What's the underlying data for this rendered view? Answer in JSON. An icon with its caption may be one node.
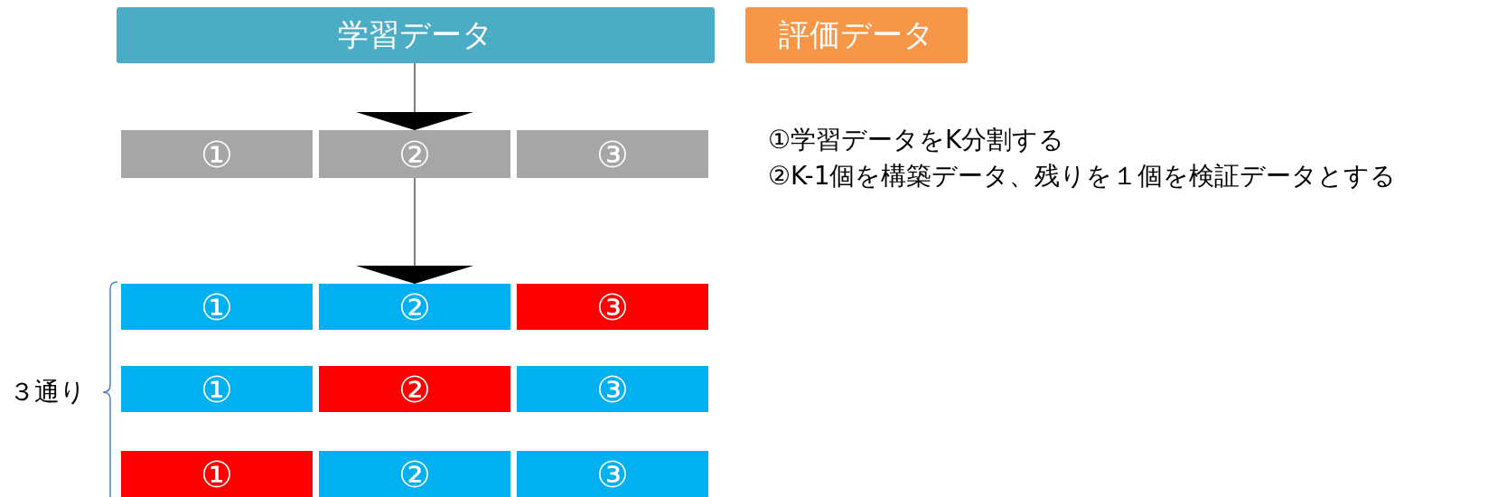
{
  "diagram": {
    "nodes": [
      {
        "text": [
          "学習データ"
        ]
      },
      {
        "text": [
          "評価データ"
        ]
      },
      {
        "text": [
          "①"
        ]
      },
      {
        "text": [
          "②"
        ]
      },
      {
        "text": [
          "③"
        ]
      },
      {
        "text": [
          "①"
        ]
      },
      {
        "text": [
          "②"
        ]
      },
      {
        "text": [
          "③"
        ]
      },
      {
        "text": [
          "①"
        ]
      },
      {
        "text": [
          "②"
        ]
      },
      {
        "text": [
          "③"
        ]
      },
      {
        "text": [
          "①"
        ]
      },
      {
        "text": [
          "②"
        ]
      },
      {
        "text": [
          "③"
        ]
      }
    ],
    "edges": [
      {
        "from": 0,
        "to": 3,
        "arrow": "to"
      },
      {
        "from": 3,
        "to": 6,
        "arrow": "to"
      }
    ],
    "labels": [
      "①学習データをK分割する",
      "②K-1個を構築データ、残りを１個を検証データとする",
      "３通り"
    ]
  }
}
